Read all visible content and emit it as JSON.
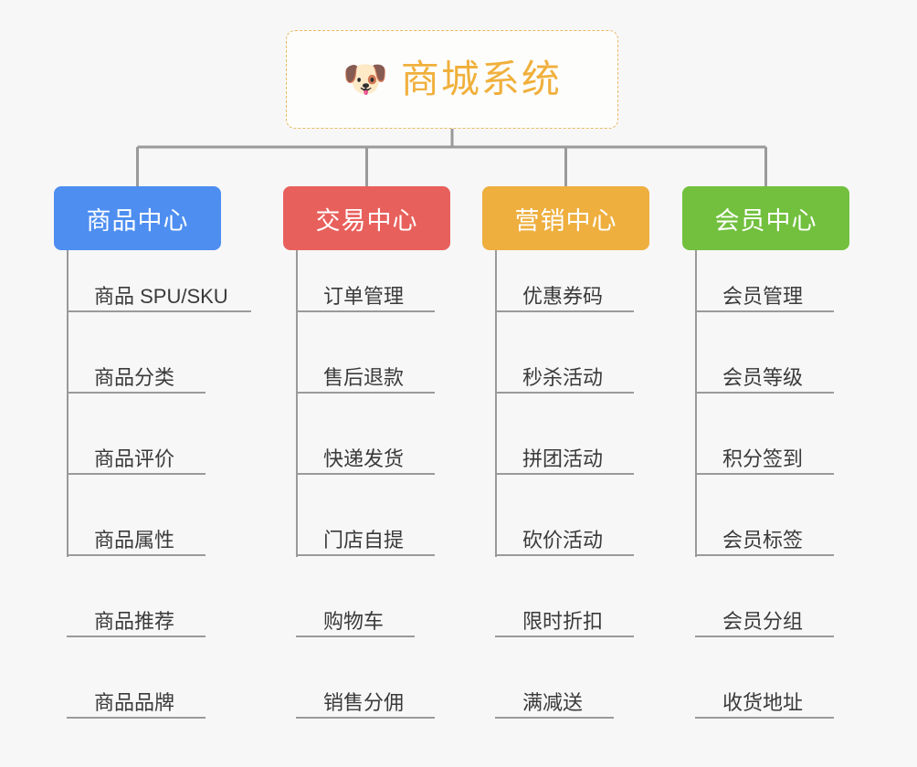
{
  "diagram": {
    "type": "mind-map",
    "background_color": "#f7f7f7",
    "root": {
      "title": "商城系统",
      "emoji": "🐶",
      "emoji_name": "dog-face-icon",
      "border_color": "#e8b961",
      "text_color": "#f0b03c",
      "border_style": "dashed"
    },
    "connector_color": "#9a9a9a",
    "branches": [
      {
        "label": "商品中心",
        "color": "#4d8ef0",
        "items": [
          "商品 SPU/SKU",
          "商品分类",
          "商品评价",
          "商品属性",
          "商品推荐",
          "商品品牌"
        ]
      },
      {
        "label": "交易中心",
        "color": "#e8605c",
        "items": [
          "订单管理",
          "售后退款",
          "快递发货",
          "门店自提",
          "购物车",
          "销售分佣"
        ]
      },
      {
        "label": "营销中心",
        "color": "#eeaf3f",
        "items": [
          "优惠券码",
          "秒杀活动",
          "拼团活动",
          "砍价活动",
          "限时折扣",
          "满减送"
        ]
      },
      {
        "label": "会员中心",
        "color": "#72c03e",
        "items": [
          "会员管理",
          "会员等级",
          "积分签到",
          "会员标签",
          "会员分组",
          "收货地址"
        ]
      }
    ]
  }
}
